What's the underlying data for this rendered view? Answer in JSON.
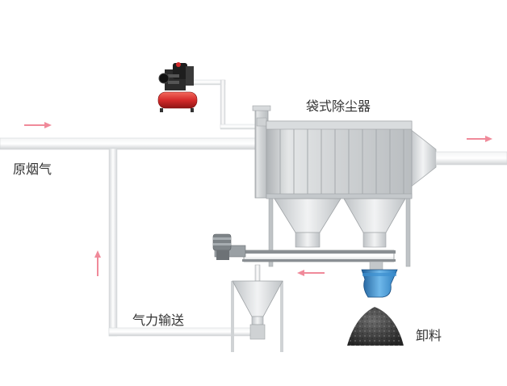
{
  "labels": {
    "bag_filter": "袋式除尘器",
    "raw_flue_gas": "原烟气",
    "pneumatic_conveying": "气力输送",
    "unloading": "卸料"
  },
  "colors": {
    "arrow": "#f08a9a",
    "pipe": "#e6e8ea",
    "metal": "#c9cdd0",
    "compressor_red": "#d42a2a",
    "valve_blue": "#2f86c8",
    "ash_pile": "#3b3b3b"
  },
  "icons": [
    "air-compressor-icon",
    "motor-icon",
    "rotary-valve-icon",
    "ash-pile-icon"
  ]
}
